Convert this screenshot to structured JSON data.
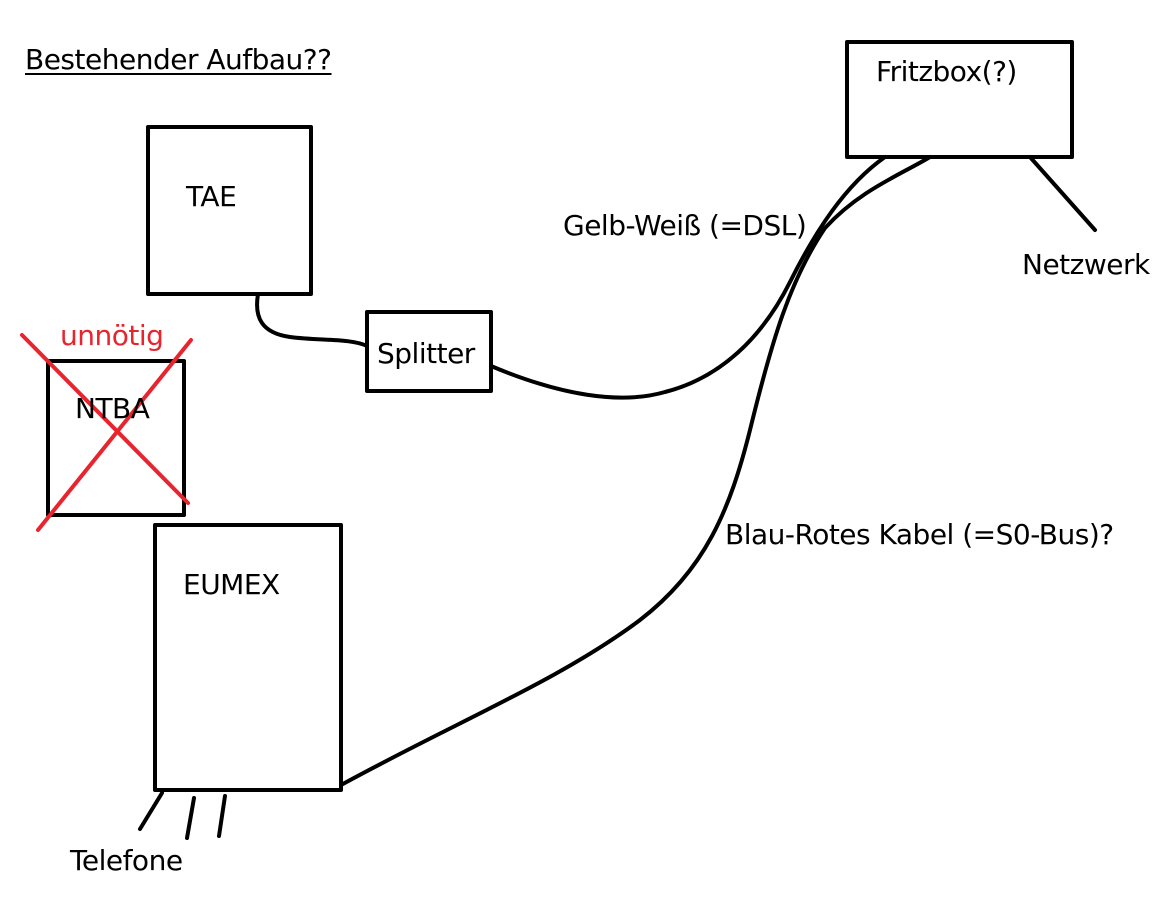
{
  "title": "Bestehender Aufbau??",
  "boxes": {
    "tae": "TAE",
    "splitter": "Splitter",
    "ntba": "NTBA",
    "eumex": "EUMEX",
    "fritzbox": "Fritzbox(?)"
  },
  "annotations": {
    "ntba_crossed": "unnötig",
    "dsl_cable": "Gelb-Weiß (=DSL)",
    "s0_cable": "Blau-Rotes Kabel (=S0-Bus)?",
    "network": "Netzwerk",
    "phones": "Telefone"
  },
  "colors": {
    "ink": "#000000",
    "strike": "#e8242f"
  }
}
